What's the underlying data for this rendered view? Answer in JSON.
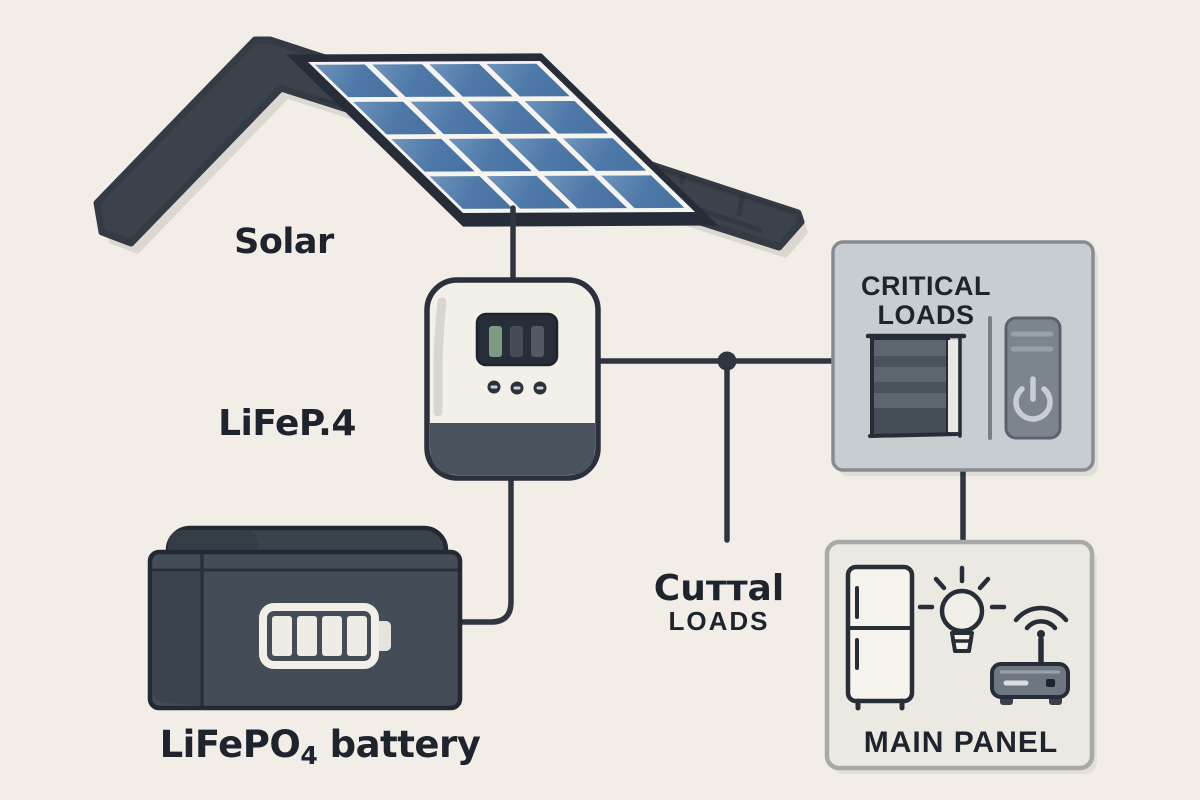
{
  "diagram": {
    "title_none": "",
    "labels": {
      "solar": "Solar",
      "inverter": "LiFeP.4",
      "battery_prefix": "LiFePO",
      "battery_sub": "4",
      "battery_suffix": " battery",
      "critical_line1": "CRITICAL",
      "critical_line2": "LOADS",
      "cural_line1": "Cuттal",
      "cural_line2": "LOADS",
      "main_panel": "MAIN PANEL"
    },
    "components": [
      {
        "name": "solar-panel",
        "label": "Solar",
        "cells": "4x4 blue grid on roof"
      },
      {
        "name": "charge-controller-inverter",
        "label": "LiFeP.4",
        "display": "screen with 3 bars, first green, 3 buttons"
      },
      {
        "name": "battery",
        "label": "LiFePO4 battery",
        "icon": "full 4-bar battery gauge"
      },
      {
        "name": "critical-loads-panel",
        "label": "CRITICAL LOADS",
        "icons": [
          "breaker-stack",
          "power-switch"
        ]
      },
      {
        "name": "loads-branch-label",
        "label": "Cuттal LOADS"
      },
      {
        "name": "main-panel",
        "label": "MAIN PANEL",
        "icons": [
          "refrigerator",
          "lightbulb",
          "wifi-router"
        ]
      }
    ],
    "connections": [
      {
        "from": "solar-panel",
        "to": "charge-controller-inverter"
      },
      {
        "from": "charge-controller-inverter",
        "to": "battery"
      },
      {
        "from": "charge-controller-inverter",
        "to": "critical-loads-panel",
        "junction_dot": true
      },
      {
        "from": "junction-dot",
        "to": "cural-loads-label"
      },
      {
        "from": "critical-loads-panel",
        "to": "main-panel"
      }
    ],
    "colors": {
      "background": "#f2ede7",
      "roof_dark": "#3b424b",
      "roof_shadow": "#dcd8d1",
      "panel_frame": "#262d39",
      "panel_cell_blue": "#4e79a8",
      "wire": "#2f3640",
      "inverter_body": "#f3efe9",
      "inverter_band": "#49525d",
      "screen_dark": "#272d39",
      "screen_green_bar": "#7b9c80",
      "battery_body": "#434c57",
      "battery_lid": "#3a424c",
      "critical_box_fill": "#c8cdd2",
      "main_box_fill": "#ece9e3",
      "icon_stroke": "#272e38",
      "text": "#1e242e"
    }
  }
}
